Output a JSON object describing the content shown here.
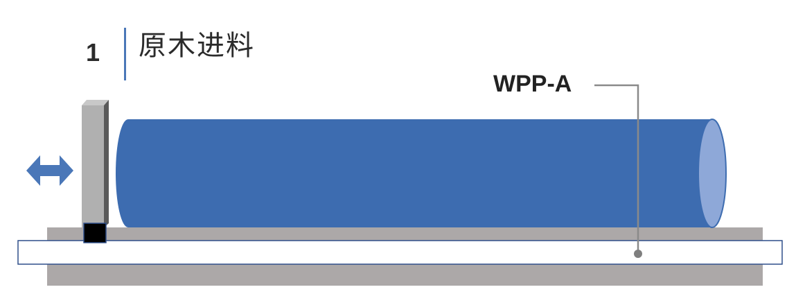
{
  "step": {
    "number": "1",
    "title": "原木进料"
  },
  "callout": {
    "label": "WPP-A"
  },
  "colors": {
    "log_body": "#3d6cb0",
    "log_end": "#8ea8d8",
    "rail": "#aca8a8",
    "pusher": "#b0b0b0",
    "pusher_shadow": "#5a5a5a",
    "arrow": "#4a77b8",
    "leader": "#8a8a8a",
    "plate_border": "#2f4f8a"
  },
  "icons": {
    "movement_arrow": "double-headed-horizontal-arrow"
  }
}
